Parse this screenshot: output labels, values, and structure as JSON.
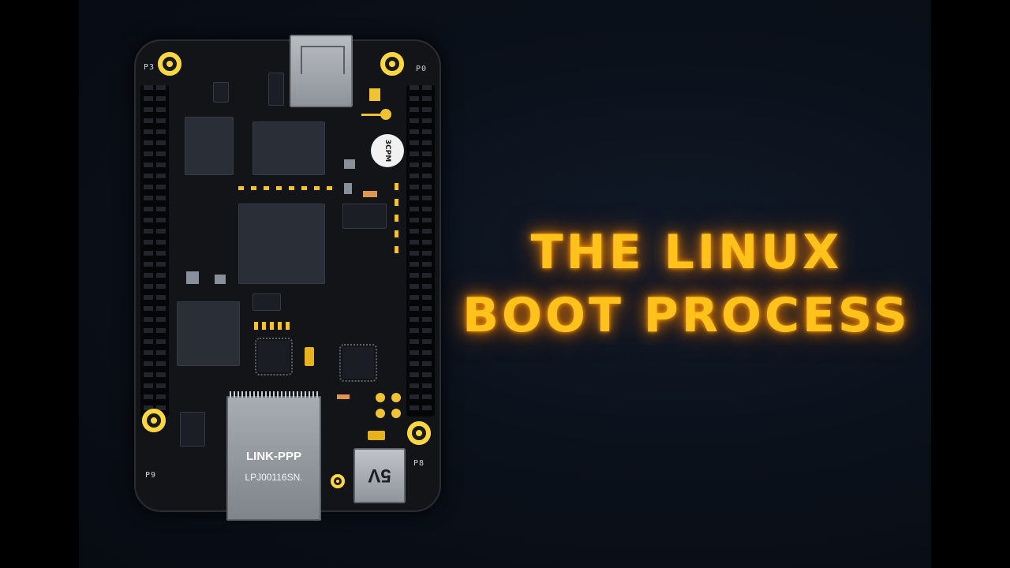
{
  "title": {
    "line1": "THE LINUX",
    "line2": "BOOT PROCESS"
  },
  "board": {
    "ethernet_label": "LINK-PPP",
    "ethernet_serial": "LPJ00116SN.",
    "power_label": "5V",
    "badge_text": "3CPM",
    "silkscreen": [
      "P3",
      "P0",
      "P9",
      "P8"
    ]
  },
  "colors": {
    "title_glow": "#ffc21a",
    "background": "#0b111b",
    "board": "#121418",
    "gold": "#ffd73f"
  }
}
